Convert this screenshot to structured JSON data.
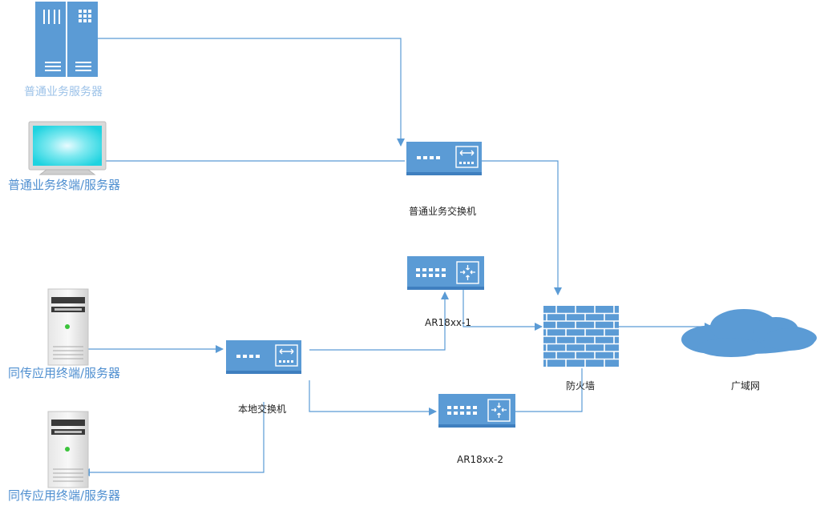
{
  "colors": {
    "device_blue": "#5b9bd5",
    "device_dark": "#3f7fbf",
    "line_blue": "#5b9bd5",
    "label_blue": "#4f8fd0",
    "cloud_blue": "#5b9bd5"
  },
  "nodes": {
    "business_server": {
      "label": "普通业务服务器",
      "icon": "rack-server-icon"
    },
    "business_terminal": {
      "label": "普通业务终端/服务器",
      "icon": "monitor-icon"
    },
    "business_switch": {
      "label": "普通业务交换机",
      "icon": "switch-icon"
    },
    "router_1": {
      "label": "AR18xx-1",
      "icon": "router-icon"
    },
    "router_2": {
      "label": "AR18xx-2",
      "icon": "router-icon"
    },
    "firewall": {
      "label": "防火墙",
      "icon": "firewall-icon"
    },
    "wan": {
      "label": "广域网",
      "icon": "cloud-icon"
    },
    "local_switch": {
      "label": "本地交换机",
      "icon": "switch-icon"
    },
    "sync_server_1": {
      "label": "同传应用终端/服务器",
      "icon": "tower-server-icon"
    },
    "sync_server_2": {
      "label": "同传应用终端/服务器",
      "icon": "tower-server-icon"
    }
  }
}
